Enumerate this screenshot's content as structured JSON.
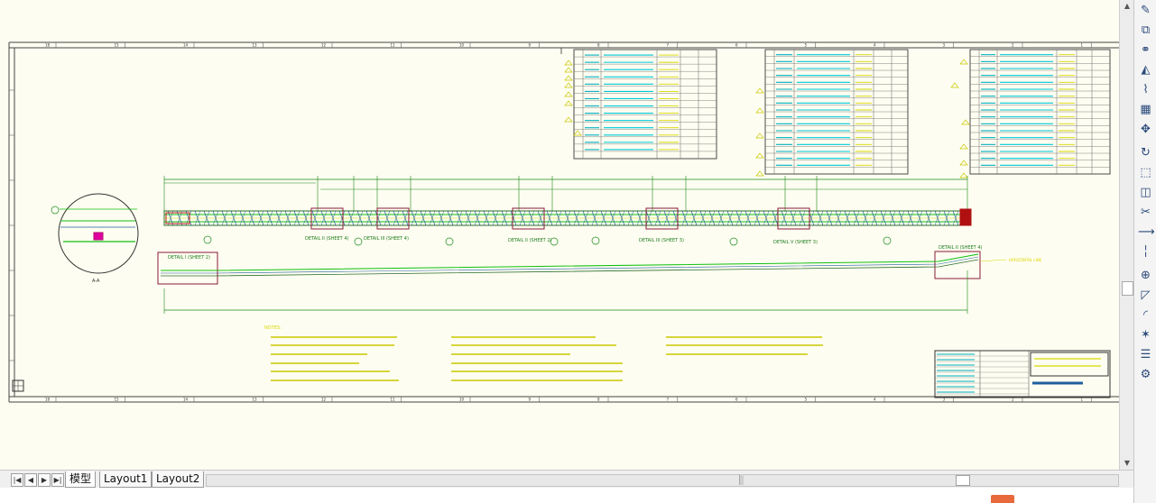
{
  "layout_tabs": [
    {
      "label": "模型",
      "active": true
    },
    {
      "label": "Layout1",
      "active": false
    },
    {
      "label": "Layout2",
      "active": false
    }
  ],
  "drawing": {
    "top_ruler_numbers": [
      "18",
      "15",
      "14",
      "13",
      "12",
      "11",
      "10",
      "9",
      "8",
      "7",
      "6",
      "5",
      "4",
      "3",
      "2",
      "1"
    ],
    "detail_labels": [
      "DETAIL II (SHEET 4)",
      "DETAIL III (SHEET 4)",
      "DETAIL II (SHEET 2)",
      "DETAIL III (SHEET 3)",
      "DETAIL V (SHEET 3)",
      "DETAIL I (SHEET 2)",
      "DETAIL II (SHEET 4)"
    ],
    "section_label": "A-A",
    "notes_title": "NOTES:",
    "horizontal_label": "HORIZONTAL LINE"
  },
  "icons": {
    "toolbar": [
      "pencil-icon",
      "copy-icon",
      "link-icon",
      "mirror-icon",
      "offset-icon",
      "array-icon",
      "move-icon",
      "rotate-icon",
      "scale-icon",
      "stretch-icon",
      "trim-icon",
      "extend-icon",
      "break-icon",
      "join-icon",
      "chamfer-icon",
      "fillet-icon",
      "explode-icon",
      "layers-icon",
      "properties-icon"
    ]
  }
}
